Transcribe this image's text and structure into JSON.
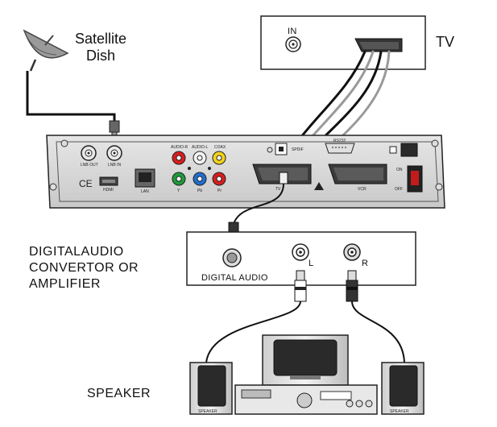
{
  "labels": {
    "satellite_dish": "Satellite\nDish",
    "tv": "TV",
    "tv_in": "IN",
    "converter": "DIGITALAUDIO\nCONVERTOR OR\nAMPLIFIER",
    "digital_audio": "DIGITAL AUDIO",
    "left": "L",
    "right": "R",
    "speaker": "SPEAKER"
  },
  "receiver_labels": {
    "audio_r": "AUDIO-R",
    "audio_l": "AUDIO-L",
    "coax": "COAX",
    "lnb_out": "LNB OUT",
    "lnb_in": "LNB IN",
    "hdmi": "HDMI",
    "lan": "LAN",
    "y": "Y",
    "pb": "Pb",
    "pr": "Pr",
    "spdif": "SPDIF",
    "rs232": "RS232",
    "tv": "TV",
    "vcr": "VCR",
    "on": "ON",
    "off": "OFF"
  },
  "colors": {
    "audio_r": "#d81e1e",
    "audio_l": "#f4f4f4",
    "coax": "#f2d21b",
    "y": "#1f9a3a",
    "pb": "#1f6fd1",
    "pr": "#d81e1e"
  }
}
